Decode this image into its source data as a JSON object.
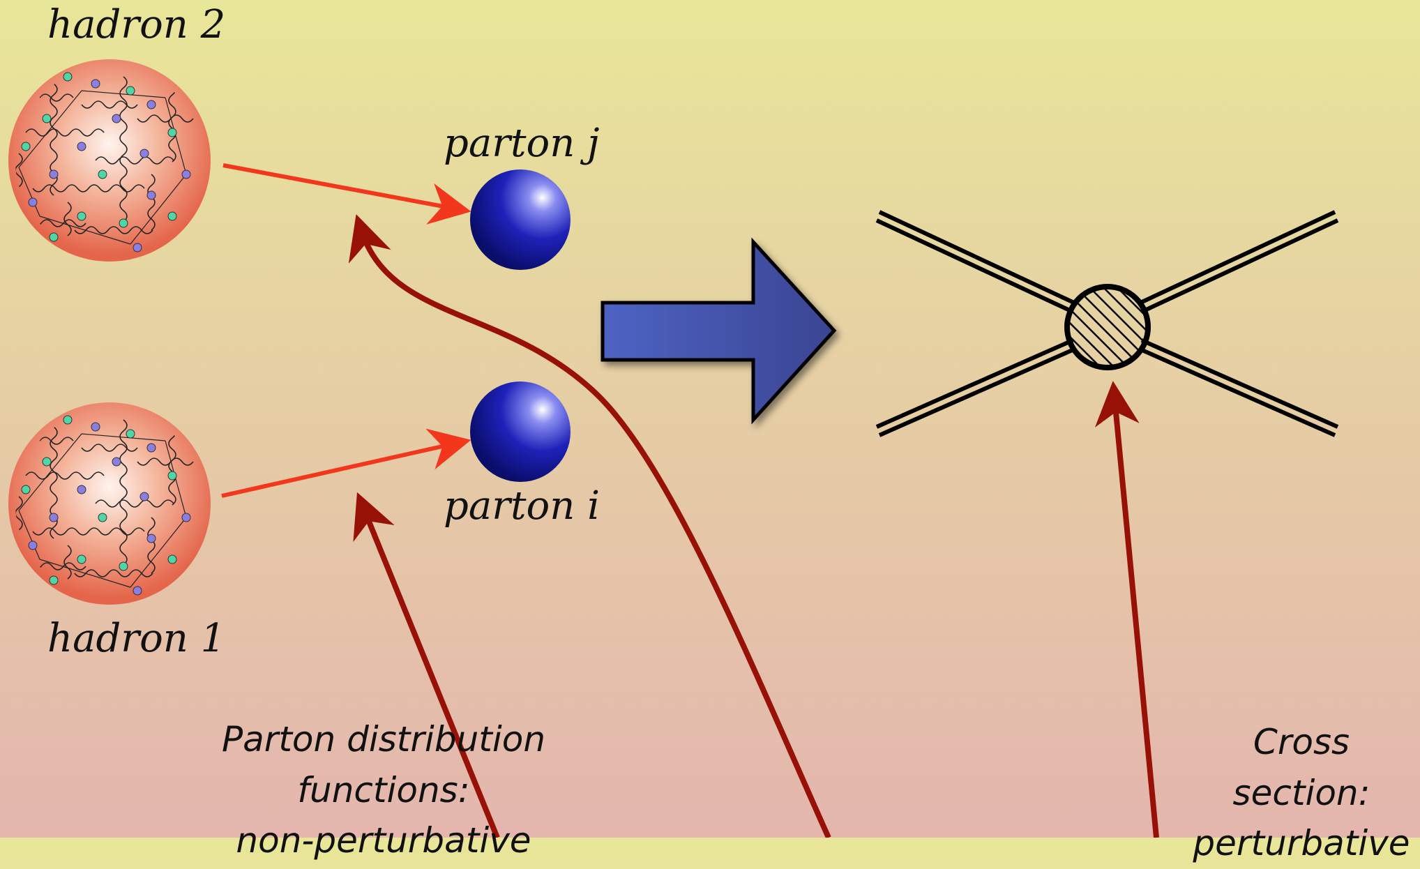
{
  "labels": {
    "hadron2": "hadron 2",
    "hadron1": "hadron 1",
    "partonJ": "parton j",
    "partonI": "parton i"
  },
  "captions": {
    "pdf_line1": "Parton distribution functions:",
    "pdf_line2": "non-perturbative",
    "xs_line1": "Cross section:",
    "xs_line2": "perturbative"
  },
  "colors": {
    "arrow_red": "#f2371c",
    "arrow_darkred": "#981106",
    "big_arrow": "#3c4ea8",
    "parton_blue": "#1a1fb4",
    "hadron_fill": "#ea7a5e"
  }
}
